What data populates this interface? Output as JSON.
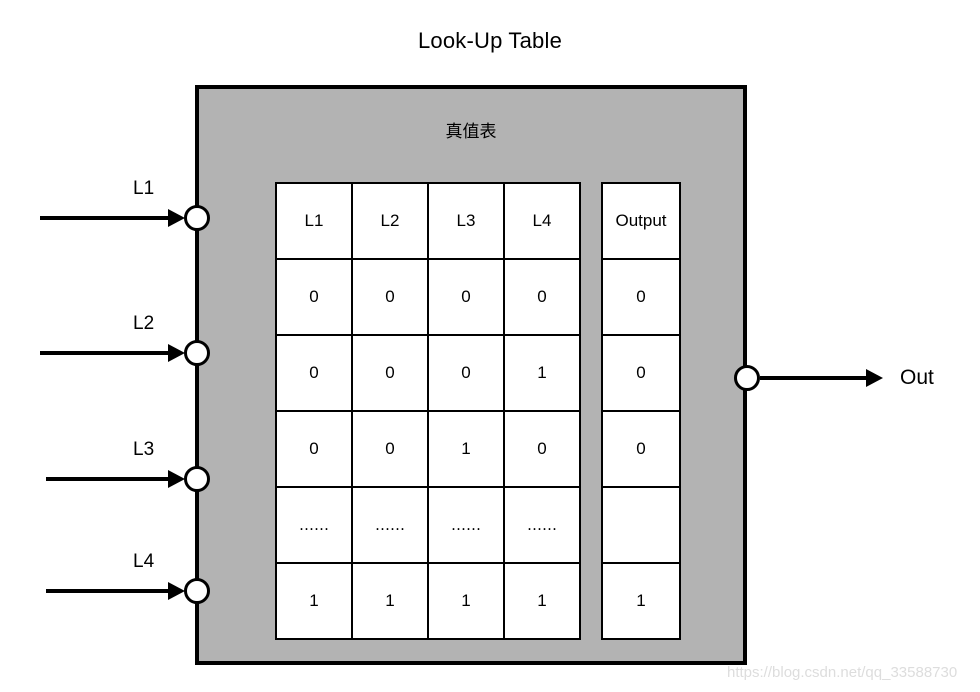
{
  "diagram": {
    "title": "Look-Up Table",
    "box_subtitle": "真值表",
    "box_color": "#b3b3b3",
    "line_color": "#000000",
    "background_color": "#ffffff"
  },
  "inputs": [
    {
      "label": "L1"
    },
    {
      "label": "L2"
    },
    {
      "label": "L3"
    },
    {
      "label": "L4"
    }
  ],
  "output": {
    "label": "Out"
  },
  "truth_table": {
    "input_headers": [
      "L1",
      "L2",
      "L3",
      "L4"
    ],
    "output_header": "Output",
    "rows": [
      {
        "inputs": [
          "0",
          "0",
          "0",
          "0"
        ],
        "output": "0"
      },
      {
        "inputs": [
          "0",
          "0",
          "0",
          "1"
        ],
        "output": "0"
      },
      {
        "inputs": [
          "0",
          "0",
          "1",
          "0"
        ],
        "output": "0"
      },
      {
        "inputs": [
          "……",
          "……",
          "……",
          "……"
        ],
        "output": ""
      },
      {
        "inputs": [
          "1",
          "1",
          "1",
          "1"
        ],
        "output": "1"
      }
    ]
  },
  "watermark": {
    "text": "https://blog.csdn.net/qq_33588730"
  }
}
